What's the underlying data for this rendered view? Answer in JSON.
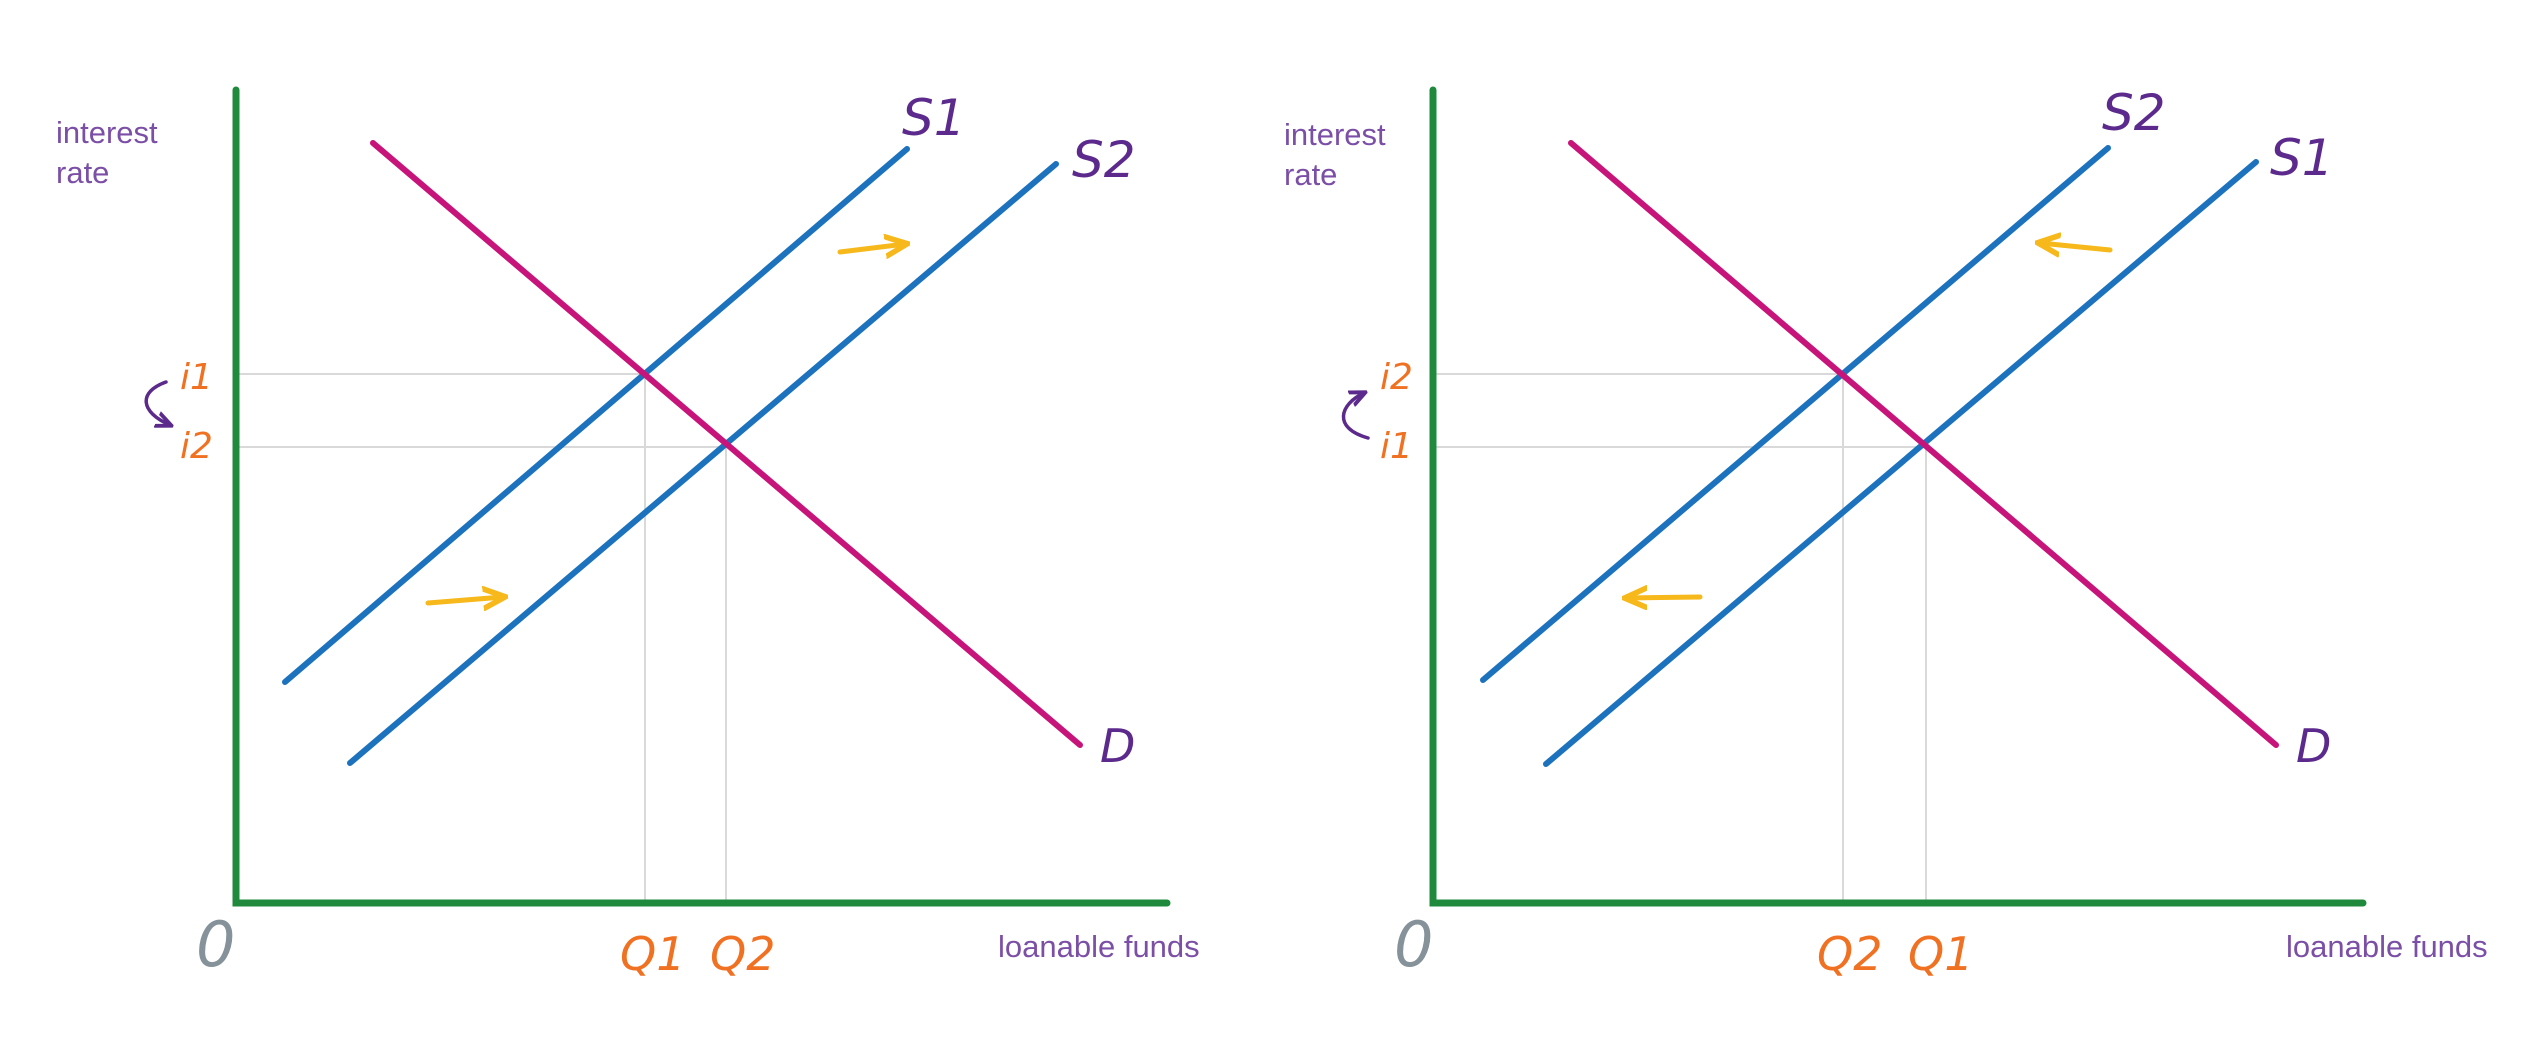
{
  "colors": {
    "axis": "#1f8a3c",
    "supply": "#1c72bd",
    "demand": "#c7147a",
    "arrow": "#f6b81a",
    "label_purple": "#7b4fa6",
    "curve_label": "#5b2a8c",
    "value_orange": "#f07122",
    "origin_gray": "#85929a",
    "guide": "#d9d9d9"
  },
  "panels": [
    {
      "y_axis_label_line1": "interest",
      "y_axis_label_line2": "rate",
      "x_axis_label": "loanable funds",
      "origin": "0",
      "demand_label": "D",
      "supply_left_label": "S1",
      "supply_right_label": "S2",
      "upper_rate_label": "i1",
      "lower_rate_label": "i2",
      "left_quantity_label": "Q1",
      "right_quantity_label": "Q2",
      "shift_direction": "right"
    },
    {
      "y_axis_label_line1": "interest",
      "y_axis_label_line2": "rate",
      "x_axis_label": "loanable funds",
      "origin": "0",
      "demand_label": "D",
      "supply_left_label": "S2",
      "supply_right_label": "S1",
      "upper_rate_label": "i2",
      "lower_rate_label": "i1",
      "left_quantity_label": "Q2",
      "right_quantity_label": "Q1",
      "shift_direction": "left"
    }
  ]
}
